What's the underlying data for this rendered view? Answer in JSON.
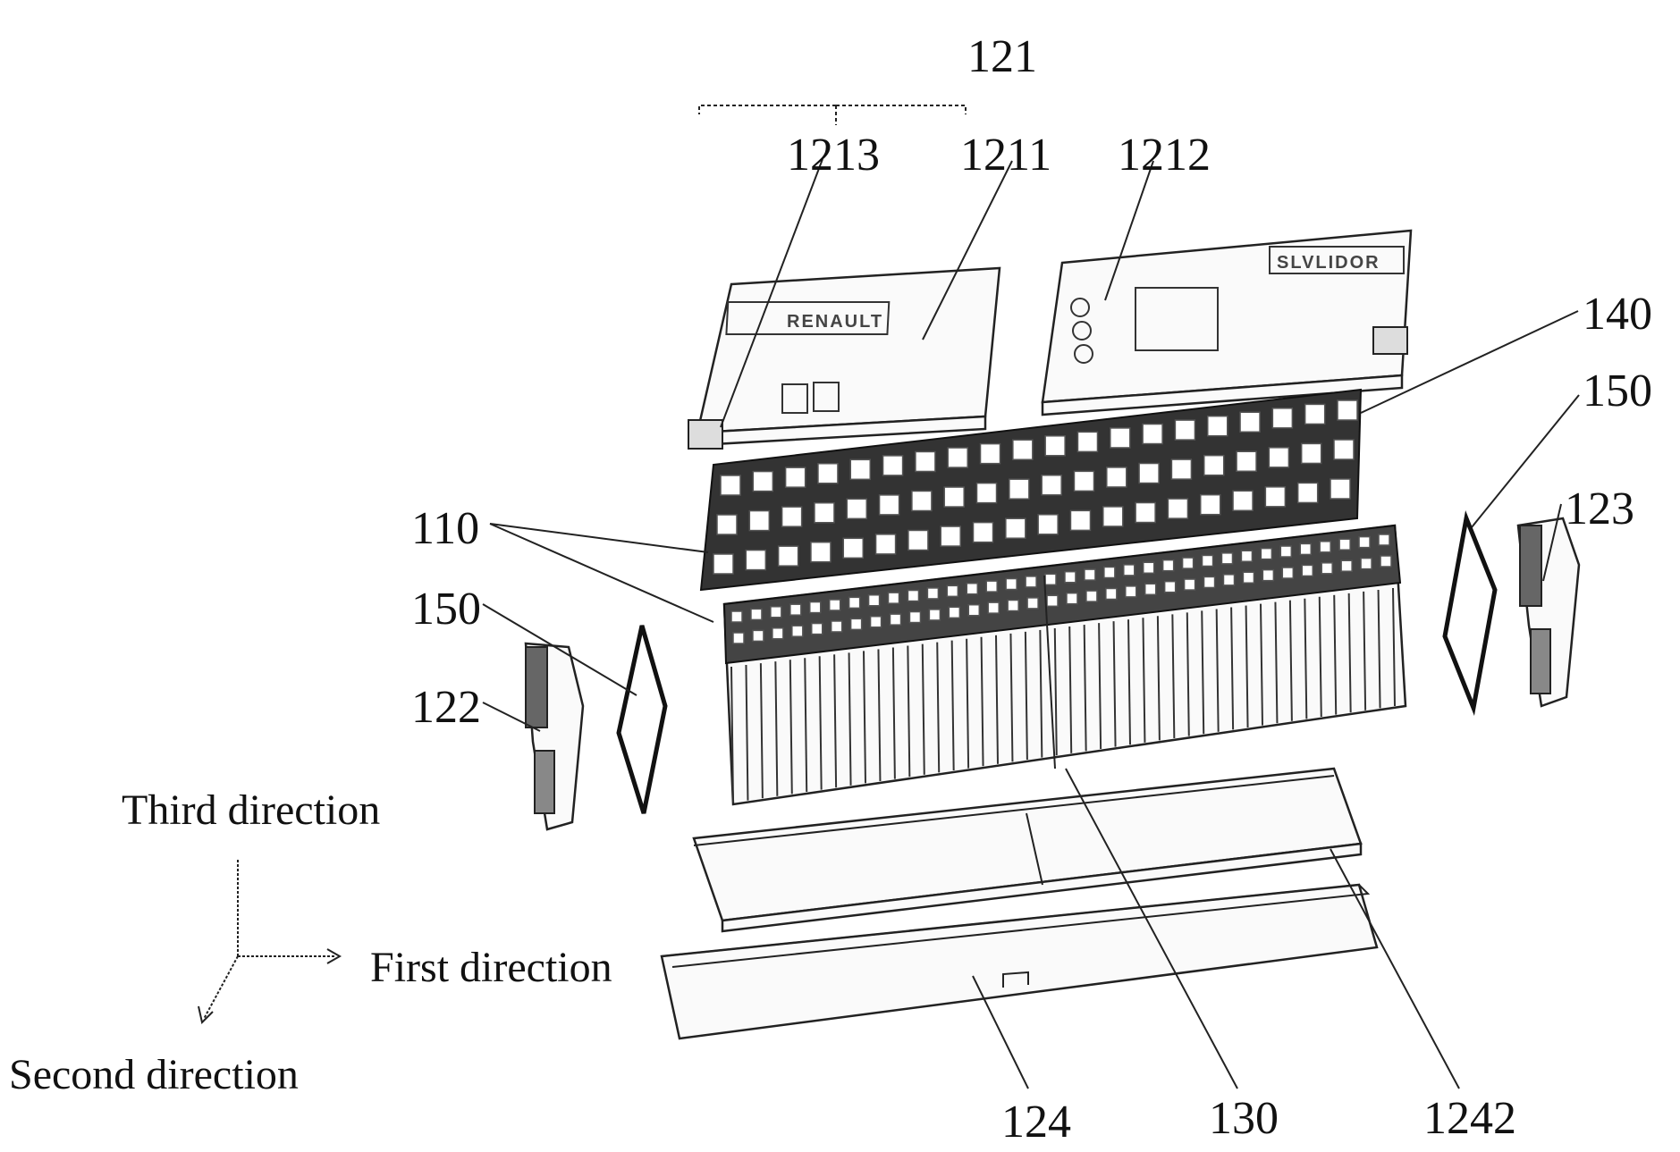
{
  "labels": {
    "l121": "121",
    "l1213": "1213",
    "l1211": "1211",
    "l1212": "1212",
    "l140": "140",
    "l150_right": "150",
    "l123": "123",
    "l110": "110",
    "l150_left": "150",
    "l122": "122",
    "l124": "124",
    "l130": "130",
    "l1242": "1242"
  },
  "directions": {
    "third": "Third direction",
    "first": "First direction",
    "second": "Second direction"
  },
  "plate_logos": {
    "left": "RENAULT",
    "right": "SLVLIDOR"
  }
}
